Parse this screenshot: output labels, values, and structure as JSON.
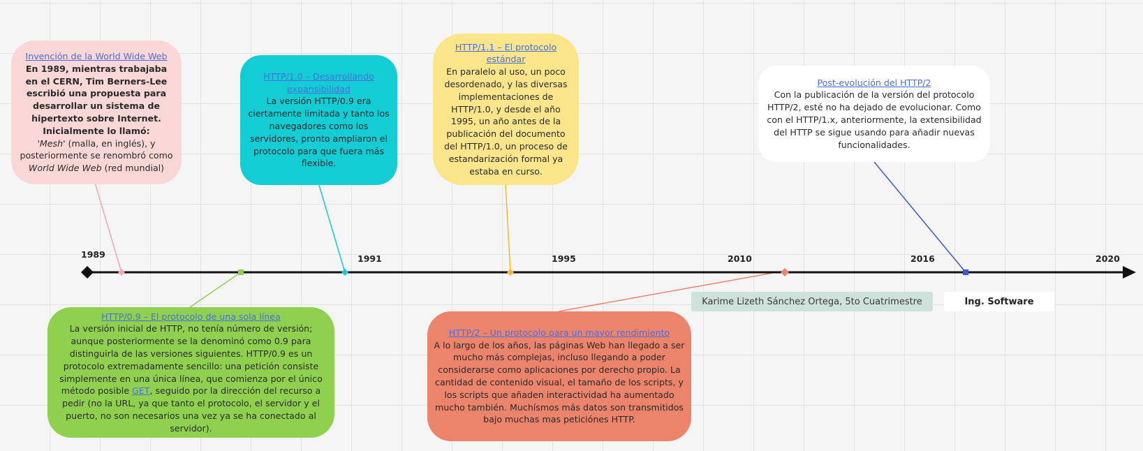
{
  "timeline": {
    "years": [
      "1989",
      "1991",
      "1995",
      "2010",
      "2016",
      "2020"
    ]
  },
  "events": {
    "www": {
      "title": "Invención de la World Wide Web",
      "bold_text": "En 1989, mientras trabajaba en el CERN, Tim Berners-Lee escribió una propuesta para desarrollar un sistema de hipertexto sobre Internet. Inicialmente lo llamó:",
      "quote_open": "'",
      "mesh": "Mesh",
      "mesh_rest": "' (malla, en inglés), y posteriormente se renombró como",
      "www_name": "World Wide Web",
      "www_rest": " (red mundial)"
    },
    "http09": {
      "title": "HTTP/0.9 – El protocolo de una sola línea",
      "text_before": "La versión inicial de HTTP, no tenía número de versión; aunque posteriormente se la denominó como 0.9 para distinguirla de las versiones siguientes. HTTP/0.9 es un protocolo extremadamente sencillo: una petición consiste simplemente en una única línea, que comienza por el único método posible ",
      "get_link": "GET",
      "text_after": ", seguido por la dirección del recurso a pedir (no la URL, ya que tanto el protocolo, el servidor y el puerto, no son necesarios una vez ya se ha conectado al servidor)."
    },
    "http10": {
      "title": "HTTP/1.0 – Desarrollando expansibilidad",
      "text": "La versión HTTP/0.9 era ciertamente limitada y tanto los navegadores como los servidores, pronto ampliaron el protocolo para que fuera más flexible."
    },
    "http11": {
      "title": "HTTP/1.1 – El protocolo estándar",
      "text": "En paralelo al uso, un poco desordenado, y las diversas implementaciones de HTTP/1.0, y desde el año 1995, un año antes de la publicación del documento del HTTP/1.0, un proceso de estandarización formal ya estaba en curso."
    },
    "http2": {
      "title": "HTTP/2 – Un protocolo para un mayor rendimiento",
      "text": "A lo largo de los años, las páginas Web han llegado a ser mucho más complejas, incluso llegando a poder considerarse como aplicaciones por derecho propio. La cantidad de contenido visual, el tamaño de los scripts, y los scripts que añaden interactividad ha aumentado mucho también. Muchísmos más datos son transmitidos bajo muchas mas peticiónes HTTP."
    },
    "post_http2": {
      "title": "Post-evolución del HTTP/2",
      "text": "Con la publicación de la versión del protocolo HTTP/2, esté no ha dejado de evolucionar. Como con el HTTP/1.x, anteriormente, la extensibilidad del HTTP se sigue usando para añadir nuevas funcionalidades."
    }
  },
  "footer": {
    "author": "Karime Lizeth Sánchez Ortega, 5to Cuatrimestre",
    "career": "Ing. Software"
  },
  "colors": {
    "www": "#f9d7d6",
    "http09": "#8fd14f",
    "http10": "#12cdd4",
    "http11": "#fae58b",
    "http2": "#ec846c",
    "post_http2": "#ffffff",
    "author_tag": "#cde2da",
    "axis": "#111111"
  }
}
